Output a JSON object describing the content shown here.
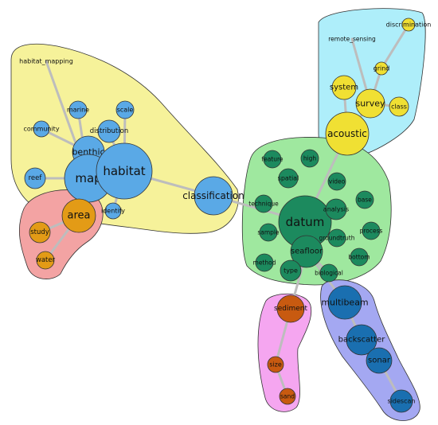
{
  "palette": {
    "hull_habitat": "#f6f29a",
    "hull_area": "#f3a3a3",
    "hull_acoustic": "#aeeefa",
    "hull_datum": "#9fe89f",
    "hull_sediment": "#f5a6f0",
    "hull_multibeam": "#a4a8f2",
    "node_habitat": "#5aa9e6",
    "node_area": "#e39b16",
    "node_acoustic": "#f0e033",
    "node_datum": "#1c8a5e",
    "node_sediment": "#c85a10",
    "node_multibeam": "#1a6fb0",
    "edge": "#bdbdbd",
    "stroke": "#333333"
  },
  "groups": [
    {
      "id": "habitat",
      "color_key": "hull_habitat",
      "node_color_key": "node_habitat"
    },
    {
      "id": "area",
      "color_key": "hull_area",
      "node_color_key": "node_area"
    },
    {
      "id": "acoustic",
      "color_key": "hull_acoustic",
      "node_color_key": "node_acoustic"
    },
    {
      "id": "datum",
      "color_key": "hull_datum",
      "node_color_key": "node_datum"
    },
    {
      "id": "sediment",
      "color_key": "hull_sediment",
      "node_color_key": "node_sediment"
    },
    {
      "id": "multibeam",
      "color_key": "hull_multibeam",
      "node_color_key": "node_multibeam"
    }
  ],
  "nodes": [
    {
      "id": "habitat_mapping",
      "label": "habitat_mapping",
      "group": "habitat"
    },
    {
      "id": "marine",
      "label": "marine",
      "group": "habitat"
    },
    {
      "id": "scale",
      "label": "scale",
      "group": "habitat"
    },
    {
      "id": "community",
      "label": "community",
      "group": "habitat"
    },
    {
      "id": "distribution",
      "label": "distribution",
      "group": "habitat"
    },
    {
      "id": "benthic",
      "label": "benthic",
      "group": "habitat"
    },
    {
      "id": "map",
      "label": "map",
      "group": "habitat"
    },
    {
      "id": "habitat",
      "label": "habitat",
      "group": "habitat"
    },
    {
      "id": "reef",
      "label": "reef",
      "group": "habitat"
    },
    {
      "id": "identify",
      "label": "identify",
      "group": "habitat"
    },
    {
      "id": "classification",
      "label": "classification",
      "group": "habitat"
    },
    {
      "id": "area",
      "label": "area",
      "group": "area"
    },
    {
      "id": "study",
      "label": "study",
      "group": "area"
    },
    {
      "id": "water",
      "label": "water",
      "group": "area"
    },
    {
      "id": "remote_sensing",
      "label": "remote_sensing",
      "group": "acoustic"
    },
    {
      "id": "discrimination",
      "label": "discrimination",
      "group": "acoustic"
    },
    {
      "id": "grind",
      "label": "grind",
      "group": "acoustic"
    },
    {
      "id": "system",
      "label": "system",
      "group": "acoustic"
    },
    {
      "id": "survey",
      "label": "survey",
      "group": "acoustic"
    },
    {
      "id": "class",
      "label": "class",
      "group": "acoustic"
    },
    {
      "id": "acoustic",
      "label": "acoustic",
      "group": "acoustic"
    },
    {
      "id": "feature",
      "label": "feature",
      "group": "datum"
    },
    {
      "id": "high",
      "label": "high",
      "group": "datum"
    },
    {
      "id": "spatial",
      "label": "spatial",
      "group": "datum"
    },
    {
      "id": "video",
      "label": "video",
      "group": "datum"
    },
    {
      "id": "base",
      "label": "base",
      "group": "datum"
    },
    {
      "id": "technique",
      "label": "technique",
      "group": "datum"
    },
    {
      "id": "datum",
      "label": "datum",
      "group": "datum"
    },
    {
      "id": "analysis",
      "label": "analysis",
      "group": "datum"
    },
    {
      "id": "process",
      "label": "process",
      "group": "datum"
    },
    {
      "id": "sample",
      "label": "sample",
      "group": "datum"
    },
    {
      "id": "groundtruth",
      "label": "groundtruth",
      "group": "datum"
    },
    {
      "id": "seafloor",
      "label": "seafloor",
      "group": "datum"
    },
    {
      "id": "bottom",
      "label": "bottom",
      "group": "datum"
    },
    {
      "id": "method",
      "label": "method",
      "group": "datum"
    },
    {
      "id": "type",
      "label": "type",
      "group": "datum"
    },
    {
      "id": "biological",
      "label": "biological",
      "group": "datum"
    },
    {
      "id": "sediment",
      "label": "sediment",
      "group": "sediment"
    },
    {
      "id": "size",
      "label": "size",
      "group": "sediment"
    },
    {
      "id": "sand",
      "label": "sand",
      "group": "sediment"
    },
    {
      "id": "multibeam",
      "label": "multibeam",
      "group": "multibeam"
    },
    {
      "id": "backscatter",
      "label": "backscatter",
      "group": "multibeam"
    },
    {
      "id": "sonar",
      "label": "sonar",
      "group": "multibeam"
    },
    {
      "id": "sidescan",
      "label": "sidescan",
      "group": "multibeam"
    }
  ],
  "edges": [
    [
      "habitat_mapping",
      "map"
    ],
    [
      "marine",
      "map"
    ],
    [
      "scale",
      "habitat"
    ],
    [
      "community",
      "benthic"
    ],
    [
      "distribution",
      "habitat"
    ],
    [
      "benthic",
      "map"
    ],
    [
      "map",
      "habitat"
    ],
    [
      "reef",
      "map"
    ],
    [
      "identify",
      "habitat"
    ],
    [
      "habitat",
      "classification"
    ],
    [
      "classification",
      "datum"
    ],
    [
      "map",
      "area"
    ],
    [
      "area",
      "study"
    ],
    [
      "area",
      "water"
    ],
    [
      "remote_sensing",
      "survey"
    ],
    [
      "discrimination",
      "grind"
    ],
    [
      "grind",
      "survey"
    ],
    [
      "system",
      "acoustic"
    ],
    [
      "survey",
      "acoustic"
    ],
    [
      "class",
      "survey"
    ],
    [
      "acoustic",
      "datum"
    ],
    [
      "seafloor",
      "type"
    ],
    [
      "biological",
      "seafloor"
    ],
    [
      "seafloor",
      "sediment"
    ],
    [
      "sediment",
      "size"
    ],
    [
      "size",
      "sand"
    ],
    [
      "seafloor",
      "multibeam"
    ],
    [
      "multibeam",
      "backscatter"
    ],
    [
      "backscatter",
      "sonar"
    ],
    [
      "sonar",
      "sidescan"
    ]
  ]
}
